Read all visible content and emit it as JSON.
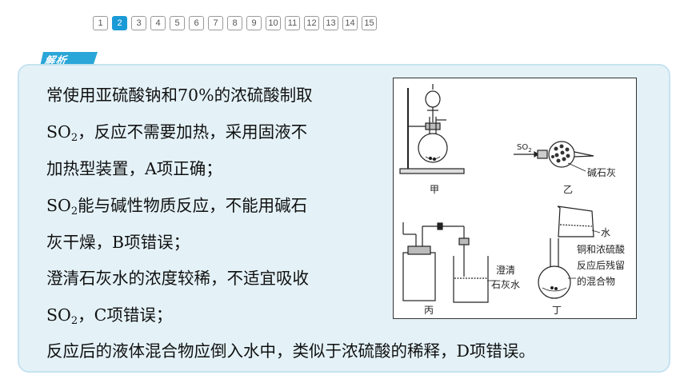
{
  "pagination": {
    "pages": [
      "1",
      "2",
      "3",
      "4",
      "5",
      "6",
      "7",
      "8",
      "9",
      "10",
      "11",
      "12",
      "13",
      "14",
      "15"
    ],
    "active": "2"
  },
  "section_tag": "解析",
  "explanation": {
    "l1": "常使用亚硫酸钠和70%的浓硫酸制取",
    "l2_a": "SO",
    "l2_sub": "2",
    "l2_b": "，反应不需要加热，采用固液不",
    "l3": "加热型装置，A项正确；",
    "l4_a": "SO",
    "l4_sub": "2",
    "l4_b": "能与碱性物质反应，不能用碱石",
    "l5": "灰干燥，B项错误；",
    "l6": "澄清石灰水的浓度较稀，不适宜吸收",
    "l7_a": "SO",
    "l7_sub": "2",
    "l7_b": "，C项错误；",
    "l8": "反应后的液体混合物应倒入水中，类似于浓硫酸的稀释，D项错误。"
  },
  "figure": {
    "jia": "甲",
    "yi": "乙",
    "bing": "丙",
    "ding": "丁",
    "so2_a": "SO",
    "so2_sub": "2",
    "soda_lime": "碱石灰",
    "limewater_1": "澄清",
    "limewater_2": "石灰水",
    "water": "水",
    "residue_1": "铜和浓硫酸",
    "residue_2": "反应后残留",
    "residue_3": "的混合物"
  }
}
